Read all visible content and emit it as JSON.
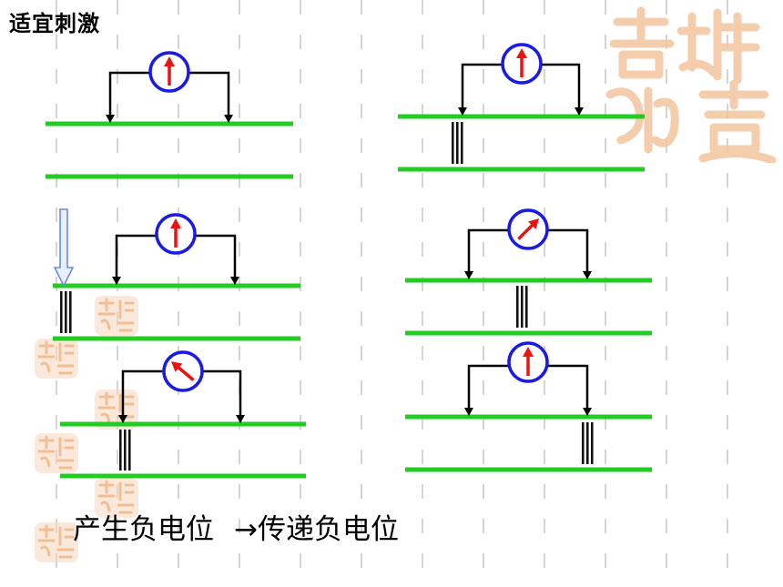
{
  "title": "适宜刺激",
  "caption": {
    "part1": "产生负电位",
    "arrow": "→",
    "part2": "传递负电位"
  },
  "colors": {
    "membrane": "#22cc22",
    "meter_ring": "#1a1ae6",
    "needle": "#ee1111",
    "wire": "#000000",
    "stimulus_arrow": "#6a8ed8",
    "stamp": "#f2c59e"
  },
  "panels": [
    {
      "id": "resting",
      "needle": "up",
      "stimulus_arrow": false,
      "excitation_bars": "none"
    },
    {
      "id": "stimulated",
      "needle": "up",
      "stimulus_arrow": true,
      "excitation_bars": "left-outside"
    },
    {
      "id": "first-electrode",
      "needle": "left",
      "stimulus_arrow": false,
      "excitation_bars": "at-left-electrode"
    },
    {
      "id": "between-left",
      "needle": "up",
      "stimulus_arrow": false,
      "excitation_bars": "left-edge"
    },
    {
      "id": "between-middle",
      "needle": "right",
      "stimulus_arrow": false,
      "excitation_bars": "middle"
    },
    {
      "id": "second-electrode",
      "needle": "up",
      "stimulus_arrow": false,
      "excitation_bars": "at-right-electrode"
    }
  ]
}
